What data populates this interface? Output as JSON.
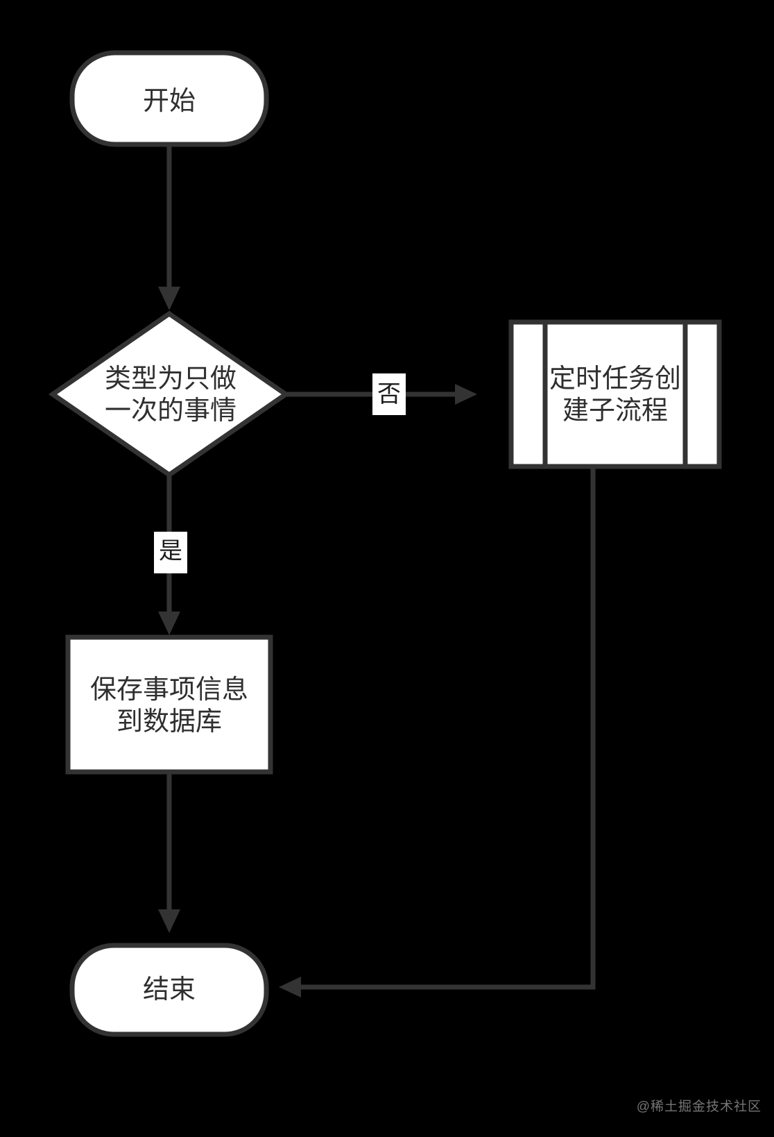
{
  "diagram": {
    "title": "",
    "background_color": "#000000",
    "shape_fill_color": "#ffffff",
    "stroke_color": "#333333",
    "text_color": "#2f2f2f",
    "nodes": [
      {
        "id": "start",
        "type": "terminator",
        "label": "开始",
        "lines": [
          "开始"
        ]
      },
      {
        "id": "decision",
        "type": "decision",
        "label": "类型为只做一次的事情",
        "lines": [
          "类型为只做",
          "一次的事情"
        ]
      },
      {
        "id": "subprocess",
        "type": "predefined-process",
        "label": "定时任务创建子流程",
        "lines": [
          "定时任务创",
          "建子流程"
        ]
      },
      {
        "id": "save",
        "type": "process",
        "label": "保存事项信息到数据库",
        "lines": [
          "保存事项信息",
          "到数据库"
        ]
      },
      {
        "id": "end",
        "type": "terminator",
        "label": "结束",
        "lines": [
          "结束"
        ]
      }
    ],
    "edges": [
      {
        "id": "start-to-decision",
        "from": "start",
        "to": "decision",
        "label": ""
      },
      {
        "id": "decision-to-subprocess",
        "from": "decision",
        "to": "subprocess",
        "label": "否"
      },
      {
        "id": "decision-to-save",
        "from": "decision",
        "to": "save",
        "label": "是"
      },
      {
        "id": "save-to-end",
        "from": "save",
        "to": "end",
        "label": ""
      },
      {
        "id": "subprocess-to-end",
        "from": "subprocess",
        "to": "end",
        "label": ""
      }
    ]
  },
  "watermark": {
    "text": "@稀土掘金技术社区"
  }
}
